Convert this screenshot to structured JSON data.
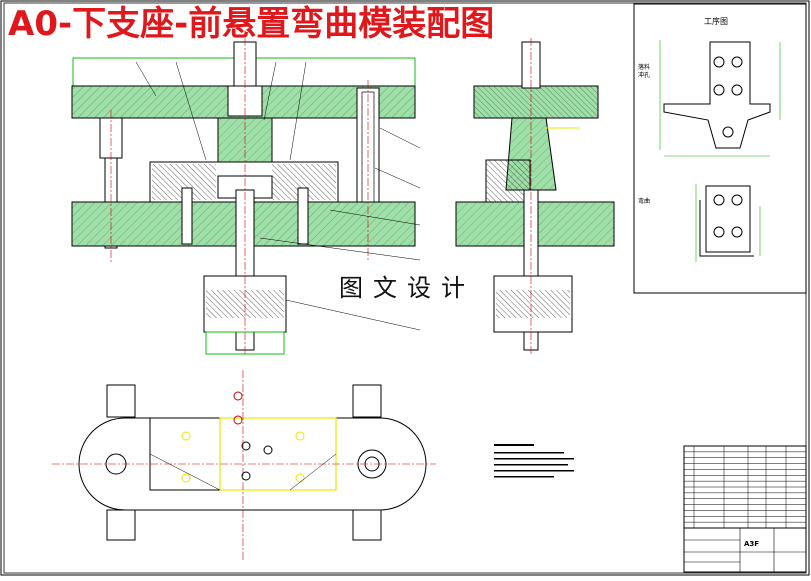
{
  "drawing": {
    "title": "A0-下支座-前悬置弯曲模装配图",
    "watermark": "图文设计",
    "process_panel": {
      "title": "工序图",
      "blank_label": "落料冲孔",
      "bend_label": "弯曲"
    },
    "title_block": {
      "name_text": "A3F"
    }
  },
  "colors": {
    "title_red": "#e0181c",
    "plate_green": "#9ee0a8",
    "line_green": "#11bb11",
    "hatch": "#333333",
    "center_red": "#cc0000",
    "highlight_yellow": "#e8e800",
    "line_black": "#000000"
  }
}
